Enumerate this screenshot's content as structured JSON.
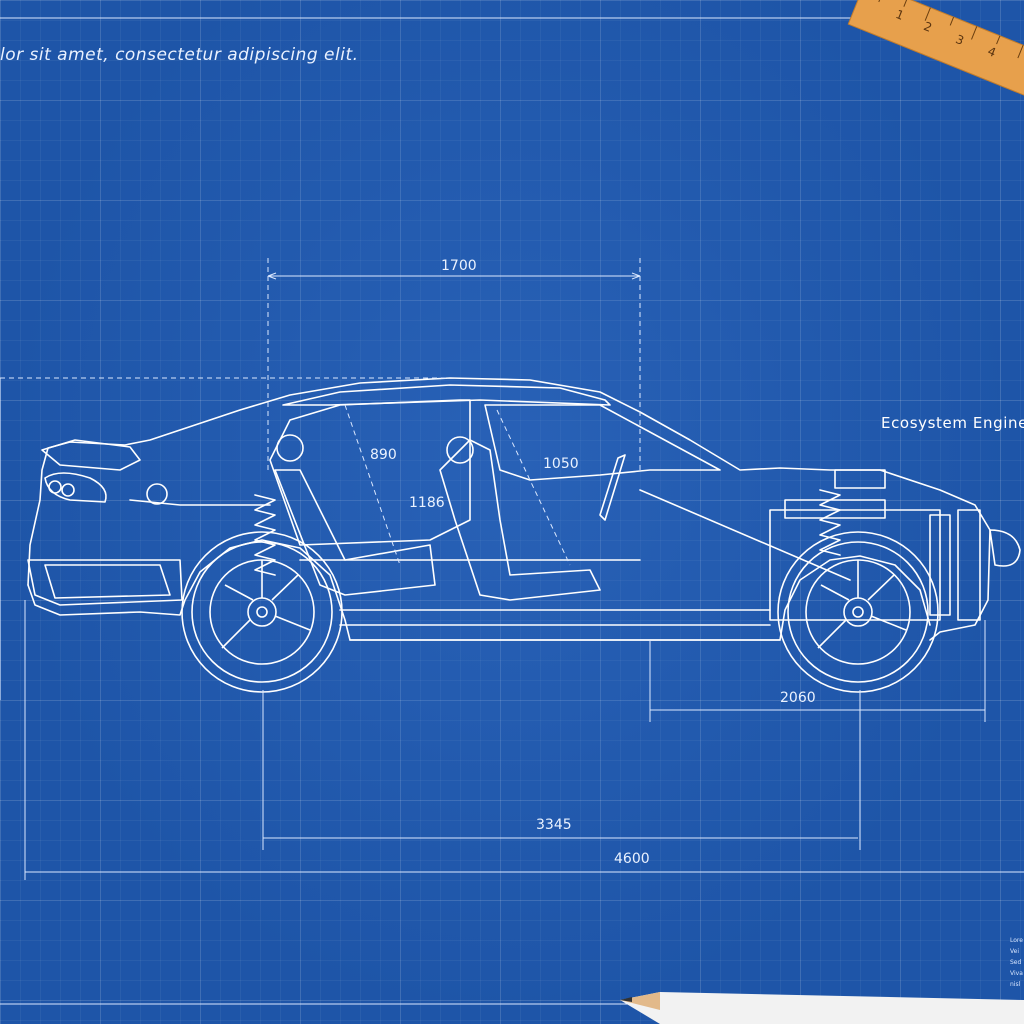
{
  "header": {
    "text": "lor sit amet, consectetur adipiscing elit."
  },
  "side_label": "Ecosystem Engine",
  "dimensions": {
    "roof_length": "1700",
    "rear_seat": "890",
    "front_seat": "1050",
    "cabin_height": "1186",
    "front_overhang": "2060",
    "wheelbase": "3345",
    "total_length": "4600"
  },
  "ruler": {
    "ticks": [
      "1",
      "2",
      "3",
      "4"
    ]
  },
  "notes": [
    "Lore",
    "Vei",
    "Sed",
    "Viva",
    "nisl"
  ],
  "colors": {
    "blueprint": "#1e55a8",
    "line": "#ffffff",
    "ruler": "#e8a24a",
    "pencil": "#f2f2f2"
  }
}
